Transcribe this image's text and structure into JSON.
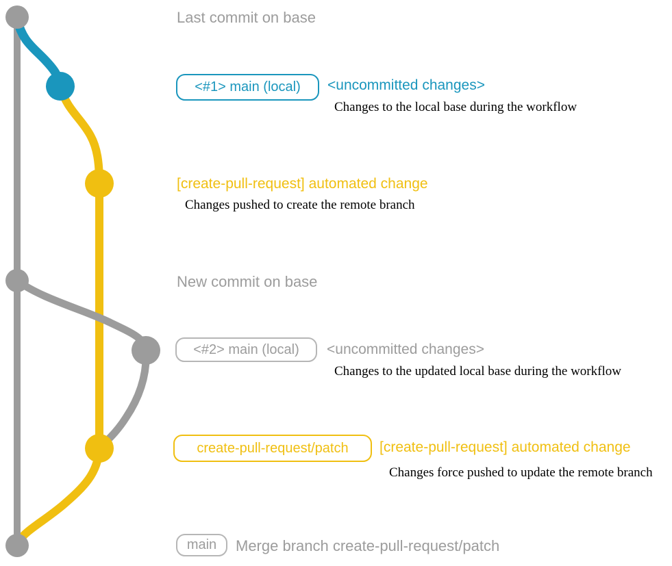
{
  "colors": {
    "gray": "#9c9c9c",
    "gray_border": "#b6b6b6",
    "blue": "#1a96bd",
    "yellow": "#f0bf11",
    "black": "#000000"
  },
  "graph": {
    "last_commit_label": "Last commit on base",
    "new_commit_label": "New commit on base"
  },
  "entries": {
    "local1": {
      "pill": "<#1> main (local)",
      "title": "<uncommitted changes>",
      "description": "Changes to the local base during the workflow"
    },
    "push1": {
      "title": "[create-pull-request] automated change",
      "description": "Changes pushed to create the remote branch"
    },
    "local2": {
      "pill": "<#2> main (local)",
      "title": "<uncommitted changes>",
      "description": "Changes to the updated local base during the workflow"
    },
    "push2": {
      "pill": "create-pull-request/patch",
      "title": "[create-pull-request] automated change",
      "description": "Changes force pushed to update the remote branch"
    },
    "merge": {
      "pill": "main",
      "title": "Merge branch create-pull-request/patch"
    }
  }
}
